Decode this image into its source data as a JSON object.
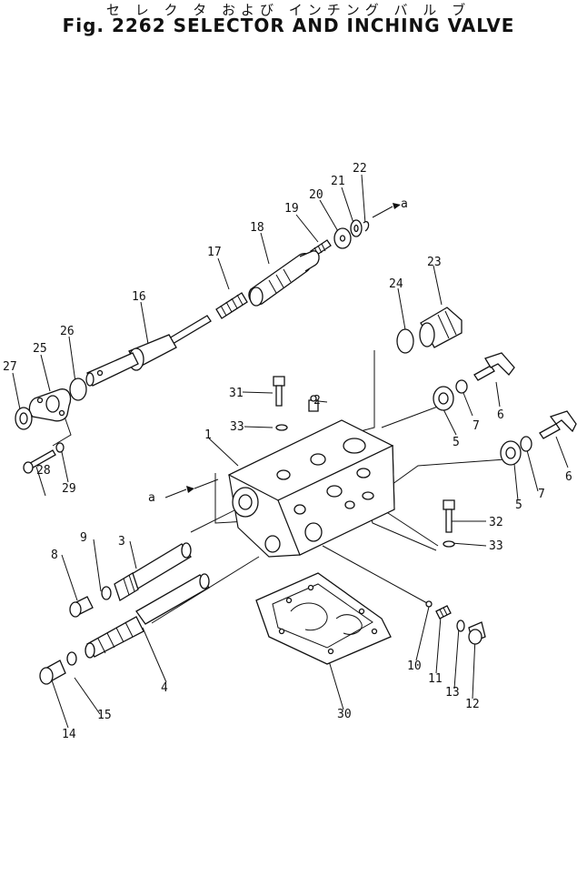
{
  "header": {
    "title_jp": "セ レ ク タ および インチング バ ル ブ",
    "title_en": "Fig. 2262 SELECTOR AND INCHING VALVE"
  },
  "callouts": {
    "p1": "1",
    "p2": "2",
    "p3": "3",
    "p4": "4",
    "p5a": "5",
    "p5b": "5",
    "p6a": "6",
    "p6b": "6",
    "p7a": "7",
    "p7b": "7",
    "p8": "8",
    "p9": "9",
    "p10": "10",
    "p11": "11",
    "p12": "12",
    "p13": "13",
    "p14": "14",
    "p15": "15",
    "p16": "16",
    "p17": "17",
    "p18": "18",
    "p19": "19",
    "p20": "20",
    "p21": "21",
    "p22": "22",
    "p23": "23",
    "p24": "24",
    "p25": "25",
    "p26": "26",
    "p27": "27",
    "p28": "28",
    "p29": "29",
    "p30": "30",
    "p31": "31",
    "p32": "32",
    "p33a": "33",
    "p33b": "33",
    "ref_a1": "a",
    "ref_a2": "a"
  }
}
